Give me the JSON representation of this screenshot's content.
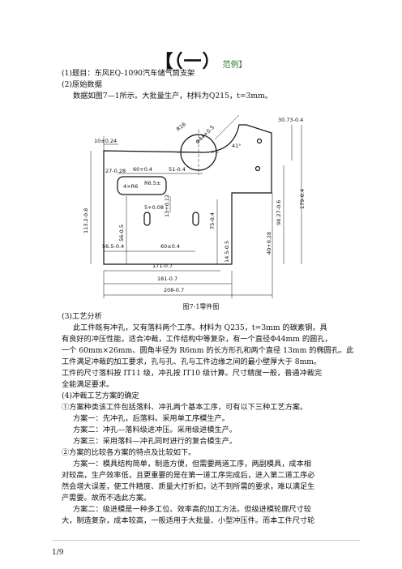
{
  "title": {
    "main": "【（一）",
    "sub": "范例】"
  },
  "intro": [
    "(1)题目：东风EQ-1090汽车储气筒支架",
    "(2)原始数据",
    "数据如图7—1所示。大批量生产，材料为Q215，t=3mm。"
  ],
  "drawing": {
    "dims": [
      "10±0.24",
      "27-0.28",
      "60+0.4",
      "51-0.4",
      "4×R6",
      "R6.5±",
      "30.73-0.4",
      "179-0.4",
      "113.2-0.8",
      "56-0.5",
      "5+0.08",
      "13+0.12",
      "75-0.4",
      "98.27-0.6",
      "40+0.28",
      "56.5-0.4",
      "60±0.4",
      "14.5-0.5",
      "171-0.7",
      "181-0.7",
      "208-0.7",
      "Φ44+0.5",
      "41°",
      "R16"
    ],
    "caption": "图7-1零件图"
  },
  "body": [
    "(3)工艺分析",
    "此工件既有冲孔，又有落料两个工序。材料为 Q235，t=3mm 的碳素钢，具",
    "有良好的冲压性能，适合冲裁，工件结构中等复杂，有一个直径Φ44mm 的圆孔，",
    "一个 60mm×26mm、圆角半径为 R6mm 的长方形孔和两个直径 13mm 的椭圆孔。此",
    "工件满足冲裁的加工要求，孔与孔、孔与工件边缘之间的最小壁厚大于  8mm。",
    "工件的尺寸落料按 IT11 级，冲孔按 IT10 级计算。尺寸精度一般，普通冲裁完",
    "全能满足要求。",
    "(4)冲裁工艺方案的确定",
    "①方案种类该工件包括落料、冲孔两个基本工序，可有以下三种工艺方案。",
    "方案一：先冲孔，后落料。采用单工序模生产。",
    "方案二：冲孔—落料级进冲压。采用级进模生产。",
    "方案三：采用落料—冲孔同时进行的复合模生产。",
    "②方案的比较各方案的特点及比较如下。",
    "方案一：模具结构简单，制造方便，但需要两道工序，两副模具，成本相",
    "对较高，生产效率低，且更重要的是在第一道工序完成后，进入第二道工序必",
    "然会增大误差，使工件精度、质量大打折扣，达不到所需的要求，难以满足生",
    "产需要。故而不选此方案。",
    "方案二：级进模是一种多工位、效率高的加工方法。但级进模轮廓尺寸较",
    "大，制造复杂，成本较高，一般适用于大批量、小型冲压件。而本工件尺寸轮"
  ],
  "footer": "1/9"
}
